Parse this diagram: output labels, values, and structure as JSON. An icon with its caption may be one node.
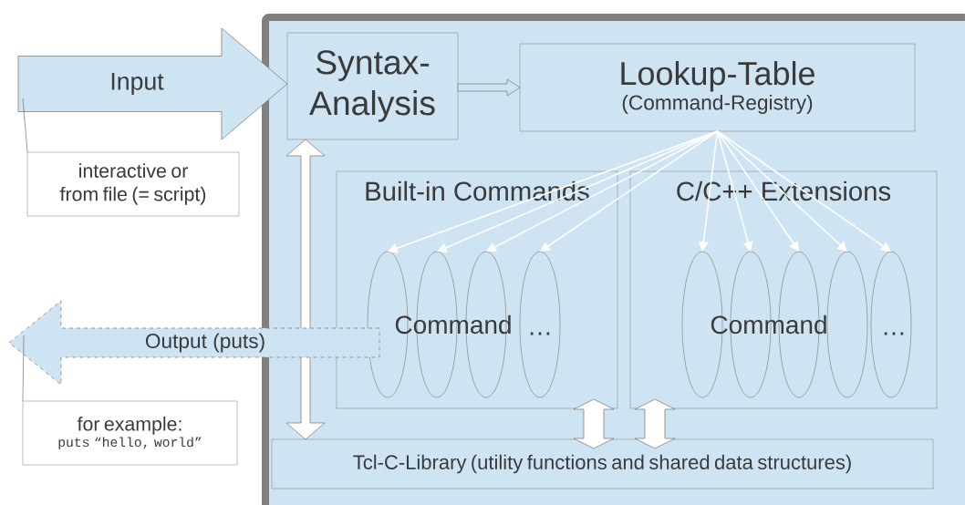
{
  "diagram": {
    "nodes": [
      {
        "text": [],
        "shape": "box"
      },
      {
        "text": [
          "Syntax-Analysis"
        ],
        "in": 0
      },
      {
        "text": [
          "Lookup-Table",
          "(Command-Registry)"
        ],
        "in": 0
      },
      {
        "text": [
          "Built-in Commands"
        ],
        "in": 0
      },
      {
        "text": [
          "C/C++ Extensions"
        ],
        "in": 0
      },
      {
        "text": [],
        "shape": "ellipse",
        "in": 3
      },
      {
        "text": [],
        "shape": "ellipse",
        "in": 3
      },
      {
        "text": [],
        "shape": "ellipse",
        "in": 3
      },
      {
        "text": [],
        "shape": "ellipse",
        "in": 3
      },
      {
        "text": [],
        "shape": "ellipse",
        "in": 4
      },
      {
        "text": [],
        "shape": "ellipse",
        "in": 4
      },
      {
        "text": [],
        "shape": "ellipse",
        "in": 4
      },
      {
        "text": [],
        "shape": "ellipse",
        "in": 4
      },
      {
        "text": [],
        "shape": "ellipse",
        "in": 4
      },
      {
        "text": [
          "Tcl-C-Library (utility functions and shared data structures)"
        ],
        "in": 0
      },
      {
        "text": [
          "interactive or from file (= script)"
        ]
      },
      {
        "text": [
          "for example:",
          "puts “hello, world”"
        ]
      }
    ],
    "edges": [
      {
        "from": null,
        "to": 1,
        "label": "Input",
        "arrow": "to",
        "style": "thick",
        "color": "#cfe4f3"
      },
      {
        "from": 1,
        "to": 2,
        "arrow": "to",
        "style": "thick",
        "color": "#cfe4f3"
      },
      {
        "from": 2,
        "to": 5,
        "arrow": "to",
        "color": "#ffffff"
      },
      {
        "from": 2,
        "to": 6,
        "arrow": "to",
        "color": "#ffffff"
      },
      {
        "from": 2,
        "to": 7,
        "arrow": "to",
        "color": "#ffffff"
      },
      {
        "from": 2,
        "to": 8,
        "arrow": "to",
        "color": "#ffffff"
      },
      {
        "from": 2,
        "to": 9,
        "arrow": "to",
        "color": "#ffffff"
      },
      {
        "from": 2,
        "to": 10,
        "arrow": "to",
        "color": "#ffffff"
      },
      {
        "from": 2,
        "to": 11,
        "arrow": "to",
        "color": "#ffffff"
      },
      {
        "from": 2,
        "to": 12,
        "arrow": "to",
        "color": "#ffffff"
      },
      {
        "from": 2,
        "to": 13,
        "arrow": "to",
        "color": "#ffffff"
      },
      {
        "from": 1,
        "to": 14,
        "arrow": "both",
        "style": "thick",
        "color": "#ffffff"
      },
      {
        "from": 3,
        "to": 14,
        "arrow": "both",
        "style": "thick",
        "color": "#ffffff"
      },
      {
        "from": 4,
        "to": 14,
        "arrow": "both",
        "style": "thick",
        "color": "#ffffff"
      },
      {
        "from": 3,
        "to": null,
        "label": "Output (puts)",
        "arrow": "to",
        "style": "dashed",
        "color": "#cfe4f3"
      },
      {
        "from": 15,
        "to": null,
        "arrow": "none",
        "color": "#808080"
      },
      {
        "from": 16,
        "to": null,
        "arrow": "none",
        "color": "#808080"
      }
    ],
    "labels": [
      "Command",
      "…",
      "Command",
      "…"
    ]
  }
}
